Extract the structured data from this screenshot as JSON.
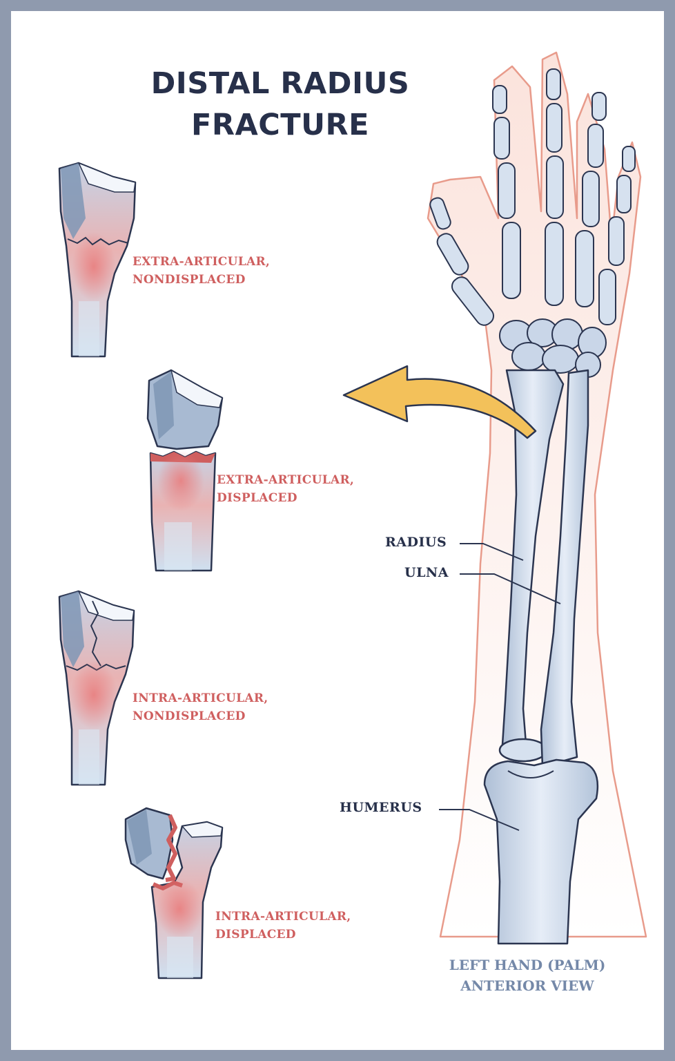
{
  "title": {
    "line1": "DISTAL RADIUS",
    "line2": "FRACTURE"
  },
  "fracture_types": [
    {
      "line1": "EXTRA-ARTICULAR,",
      "line2": "NONDISPLACED"
    },
    {
      "line1": "EXTRA-ARTICULAR,",
      "line2": "DISPLACED"
    },
    {
      "line1": "INTRA-ARTICULAR,",
      "line2": "NONDISPLACED"
    },
    {
      "line1": "INTRA-ARTICULAR,",
      "line2": "DISPLACED"
    }
  ],
  "bone_labels": {
    "radius": "RADIUS",
    "ulna": "ULNA",
    "humerus": "HUMERUS"
  },
  "caption": {
    "line1": "LEFT HAND (PALM)",
    "line2": "ANTERIOR VIEW"
  },
  "colors": {
    "frame": "#8f9aae",
    "title": "#27304a",
    "fracture_label": "#cf5f5f",
    "caption": "#7488a8",
    "bone": "#d6e1ef",
    "bone_shadow": "#9fb2ca",
    "skin_outline": "#e89b8b",
    "arrow": "#f3c15a"
  }
}
